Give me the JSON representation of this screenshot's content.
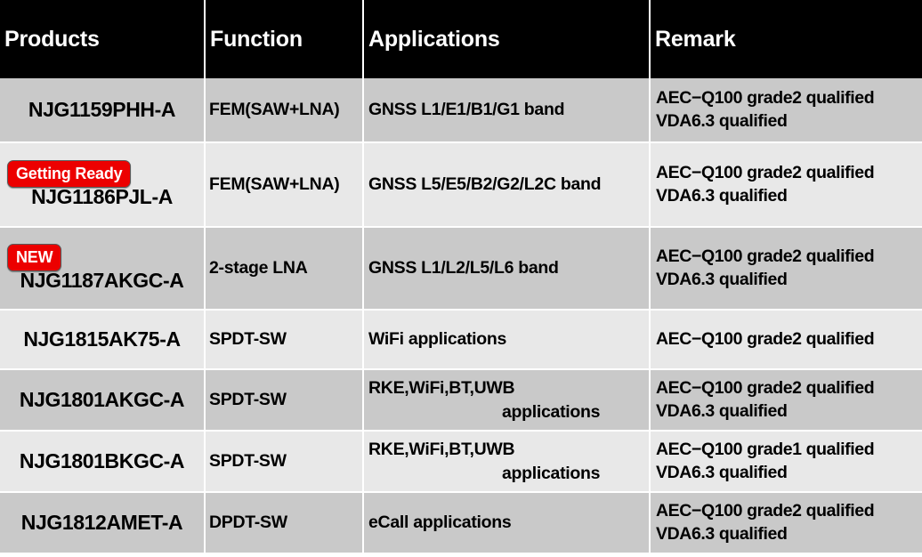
{
  "table": {
    "columns": [
      {
        "key": "products",
        "label": "Products"
      },
      {
        "key": "function",
        "label": "Function"
      },
      {
        "key": "applications",
        "label": "Applications"
      },
      {
        "key": "remark",
        "label": "Remark"
      }
    ],
    "colors": {
      "header_bg": "#000000",
      "header_text": "#ffffff",
      "row_dark_bg": "#c9c9c9",
      "row_light_bg": "#e8e8e8",
      "grid_line": "#ffffff",
      "badge_bg": "#ec0000",
      "badge_text": "#ffffff",
      "body_text": "#000000"
    },
    "rows": [
      {
        "badge": null,
        "product": "NJG1159PHH-A",
        "function": "FEM(SAW+LNA)",
        "app_line_1": "GNSS L1/E1/B1/G1 band",
        "app_line_2": "",
        "remark_line_1": "AEC−Q100 grade2 qualified",
        "remark_line_2": "VDA6.3 qualified",
        "shade": "dark"
      },
      {
        "badge": "Getting Ready",
        "product": "NJG1186PJL-A",
        "function": "FEM(SAW+LNA)",
        "app_line_1": "GNSS L5/E5/B2/G2/L2C band",
        "app_line_2": "",
        "remark_line_1": "AEC−Q100 grade2 qualified",
        "remark_line_2": "VDA6.3 qualified",
        "shade": "light"
      },
      {
        "badge": "NEW",
        "product": "NJG1187AKGC-A",
        "function": "2-stage LNA",
        "app_line_1": "GNSS L1/L2/L5/L6 band",
        "app_line_2": "",
        "remark_line_1": "AEC−Q100 grade2 qualified",
        "remark_line_2": "VDA6.3 qualified",
        "shade": "dark"
      },
      {
        "badge": null,
        "product": "NJG1815AK75-A",
        "function": "SPDT-SW",
        "app_line_1": "WiFi applications",
        "app_line_2": "",
        "remark_line_1": "AEC−Q100 grade2 qualified",
        "remark_line_2": "",
        "shade": "light"
      },
      {
        "badge": null,
        "product": "NJG1801AKGC-A",
        "function": "SPDT-SW",
        "app_line_1": "RKE,WiFi,BT,UWB",
        "app_line_2": "applications",
        "remark_line_1": "AEC−Q100 grade2 qualified",
        "remark_line_2": "VDA6.3 qualified",
        "shade": "dark"
      },
      {
        "badge": null,
        "product": "NJG1801BKGC-A",
        "function": "SPDT-SW",
        "app_line_1": "RKE,WiFi,BT,UWB",
        "app_line_2": "applications",
        "remark_line_1": "AEC−Q100 grade1 qualified",
        "remark_line_2": "VDA6.3 qualified",
        "shade": "light"
      },
      {
        "badge": null,
        "product": "NJG1812AMET-A",
        "function": "DPDT-SW",
        "app_line_1": "eCall applications",
        "app_line_2": "",
        "remark_line_1": "AEC−Q100 grade2 qualified",
        "remark_line_2": "VDA6.3 qualified",
        "shade": "dark"
      }
    ]
  }
}
